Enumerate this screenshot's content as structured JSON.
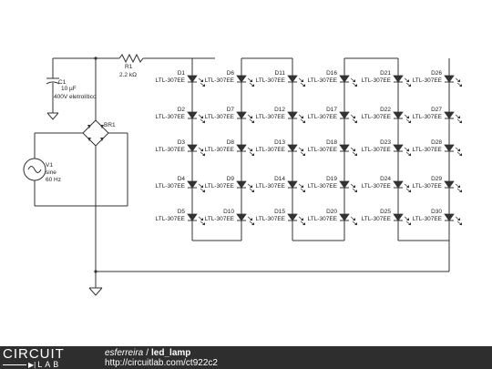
{
  "diagram": {
    "capacitor": {
      "ref": "C1",
      "value": "10 µF",
      "note": "400V eletrolítico"
    },
    "resistor": {
      "ref": "R1",
      "value": "2.2 kΩ"
    },
    "bridge": {
      "ref": "BR1"
    },
    "source": {
      "ref": "V1",
      "type": "sine",
      "freq": "60 Hz"
    },
    "led_part": "LTL-307EE",
    "led_refs": [
      [
        "D1",
        "D2",
        "D3",
        "D4",
        "D5"
      ],
      [
        "D6",
        "D7",
        "D8",
        "D9",
        "D10"
      ],
      [
        "D11",
        "D12",
        "D13",
        "D14",
        "D15"
      ],
      [
        "D16",
        "D17",
        "D18",
        "D19",
        "D20"
      ],
      [
        "D21",
        "D22",
        "D23",
        "D24",
        "D25"
      ],
      [
        "D26",
        "D27",
        "D28",
        "D29",
        "D30"
      ]
    ]
  },
  "footer": {
    "logo_top": "CIRCUIT",
    "logo_bottom": "LAB",
    "author": "esferreira",
    "separator": "/",
    "project": "led_lamp",
    "url": "http://circuitlab.com/ct922c2"
  },
  "colors": {
    "wire": "#333333",
    "footer_bg": "#2e2e2e"
  }
}
